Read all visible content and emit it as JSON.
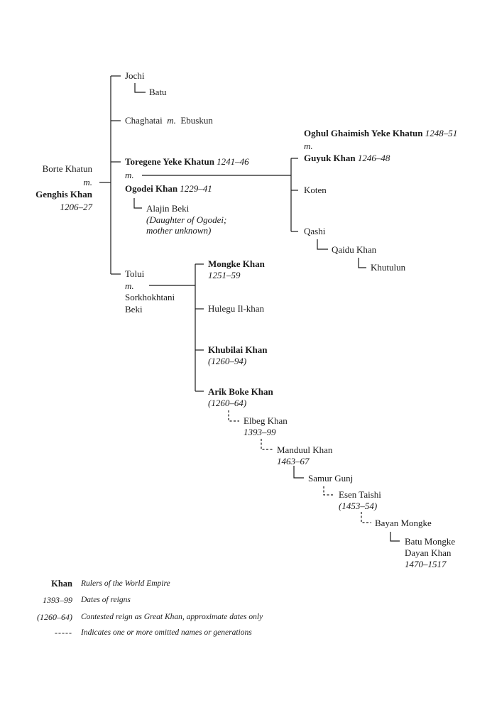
{
  "founder": {
    "spouse": "Borte Khatun",
    "marriage": "m.",
    "name": "Genghis Khan",
    "dates": "1206–27"
  },
  "sons": {
    "jochi": "Jochi",
    "batu": "Batu",
    "chaghatai": "Chaghatai",
    "chaghatai_marriage": "m.",
    "ebuskun": "Ebuskun",
    "toregene": "Toregene Yeke Khatun",
    "toregene_dates": "1241–46",
    "ogodei_marriage": "m.",
    "ogodei": "Ogodei  Khan",
    "ogodei_dates": "1229–41",
    "alajin": "Alajin Beki",
    "alajin_note_1": "(Daughter of Ogodei;",
    "alajin_note_2": "mother unknown)",
    "tolui": "Tolui",
    "tolui_marriage": "m.",
    "sorkhokhtani_1": "Sorkhokhtani",
    "sorkhokhtani_2": "Beki"
  },
  "ogodei_line": {
    "oghul": "Oghul Ghaimish Yeke Khatun",
    "oghul_dates": "1248–51",
    "guyuk_marriage": "m.",
    "guyuk": "Guyuk Khan",
    "guyuk_dates": "1246–48",
    "koten": "Koten",
    "qashi": "Qashi",
    "qaidu": "Qaidu Khan",
    "khutulun": "Khutulun"
  },
  "tolui_line": {
    "mongke": "Mongke Khan",
    "mongke_dates": "1251–59",
    "hulegu": "Hulegu Il-khan",
    "khubilai": "Khubilai Khan",
    "khubilai_dates": "(1260–94)",
    "arik": "Arik Boke Khan",
    "arik_dates": "(1260–64)",
    "elbeg": "Elbeg Khan",
    "elbeg_dates": "1393–99",
    "manduul": "Manduul Khan",
    "manduul_dates": "1463–67",
    "samur": "Samur Gunj",
    "esen": "Esen Taishi",
    "esen_dates": "(1453–54)",
    "bayan": "Bayan Mongke",
    "batu_mongke_1": "Batu Mongke",
    "batu_mongke_2": "Dayan Khan",
    "batu_mongke_dates": "1470–1517"
  },
  "legend": [
    {
      "key": "Khan",
      "desc": "Rulers of the World Empire"
    },
    {
      "key": "1393–99",
      "desc": "Dates of reigns"
    },
    {
      "key": "(1260–64)",
      "desc": "Contested reign as Great Khan, approximate dates only"
    },
    {
      "key": "-----",
      "desc": "Indicates one or more omitted names or generations"
    }
  ]
}
